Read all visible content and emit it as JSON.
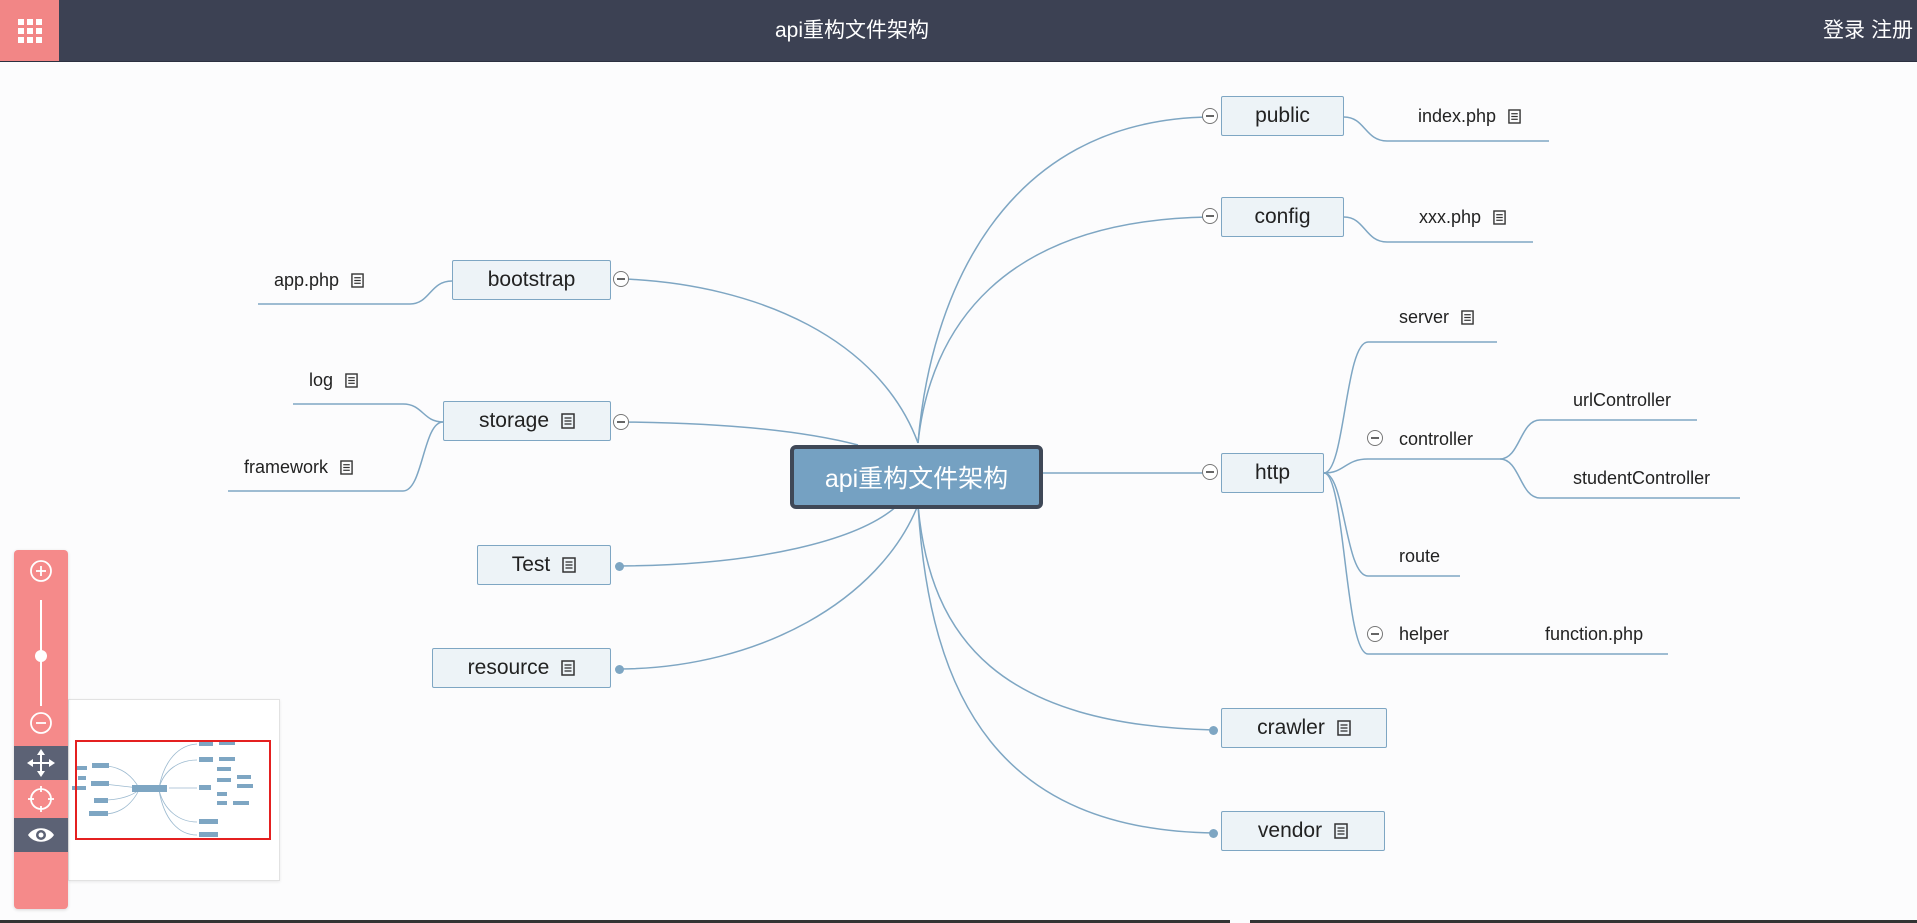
{
  "header": {
    "title": "api重构文件架构",
    "login_label": "登录",
    "register_label": "注册",
    "bar_color": "#3c4153",
    "menu_color": "#f28686"
  },
  "mindmap": {
    "root": "api重构文件架构",
    "branches": {
      "public": {
        "label": "public",
        "children": [
          "index.php"
        ]
      },
      "config": {
        "label": "config",
        "children": [
          "xxx.php"
        ]
      },
      "http": {
        "label": "http",
        "children": {
          "server": "server",
          "controller": {
            "label": "controller",
            "children": [
              "urlController",
              "studentController"
            ]
          },
          "route": "route",
          "helper": {
            "label": "helper",
            "children": [
              "function.php"
            ]
          }
        }
      },
      "crawler": {
        "label": "crawler"
      },
      "vendor": {
        "label": "vendor"
      },
      "bootstrap": {
        "label": "bootstrap",
        "children": [
          "app.php"
        ]
      },
      "storage": {
        "label": "storage",
        "children": [
          "log",
          "framework"
        ]
      },
      "test": {
        "label": "Test"
      },
      "resource": {
        "label": "resource"
      }
    },
    "colors": {
      "node_fill": "#edf3f7",
      "node_border": "#7ea6c3",
      "root_fill": "#75a1c2",
      "root_border": "#3f4857",
      "link": "#7ea6c3"
    }
  },
  "toolbar": {
    "buttons": [
      "zoom-in",
      "zoom-out",
      "move",
      "locate",
      "preview"
    ],
    "color": "#f58a8a"
  }
}
